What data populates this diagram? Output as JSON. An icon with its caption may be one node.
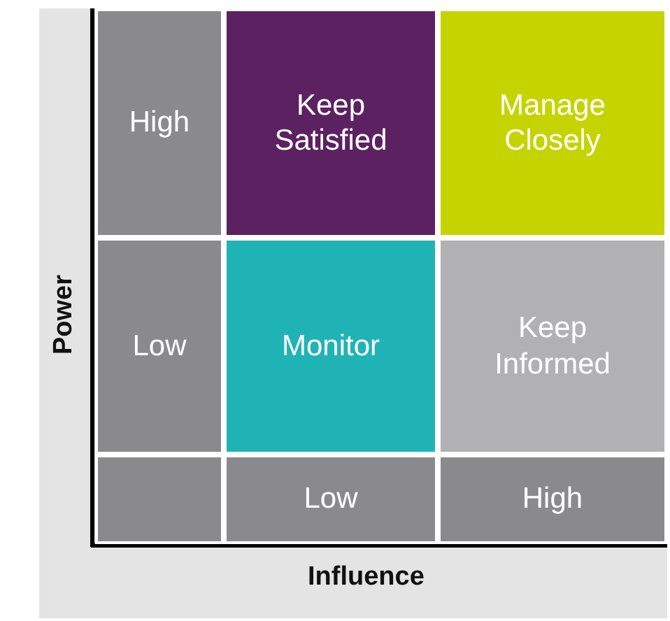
{
  "diagram": {
    "nodes": [
      {
        "text": [
          "High"
        ]
      },
      {
        "text": [
          "Keep Satisfied"
        ]
      },
      {
        "text": [
          "Manage Closely"
        ]
      },
      {
        "text": [
          "Low"
        ]
      },
      {
        "text": [
          "Monitor"
        ]
      },
      {
        "text": [
          "Keep Informed"
        ]
      },
      {
        "text": [],
        "shape": "box"
      },
      {
        "text": [
          "Low"
        ]
      },
      {
        "text": [
          "High"
        ]
      }
    ],
    "edges": [],
    "labels": [
      "Power",
      "Influence"
    ]
  }
}
